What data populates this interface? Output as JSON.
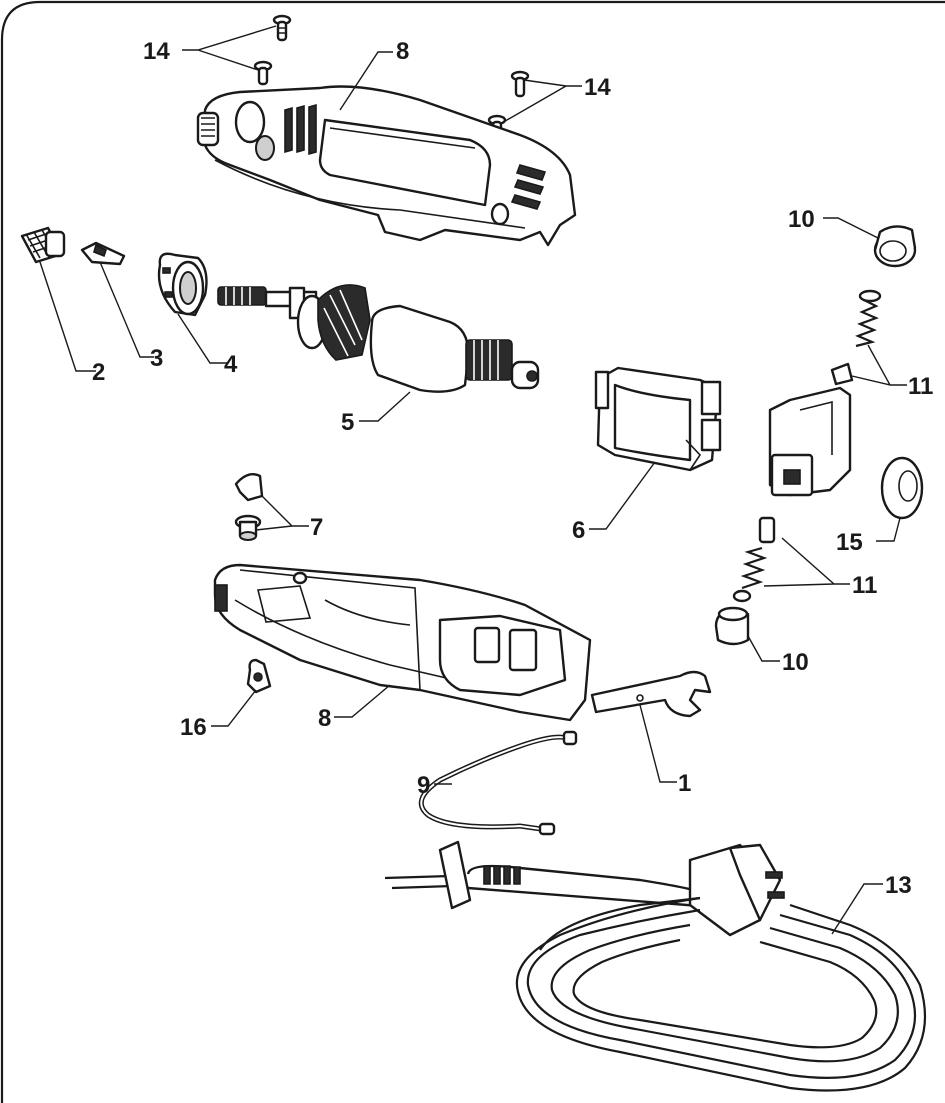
{
  "labels": {
    "l14a": "14",
    "l8top": "8",
    "l14b": "14",
    "l10top": "10",
    "l2": "2",
    "l3": "3",
    "l4": "4",
    "l5": "5",
    "l11top": "11",
    "l6": "6",
    "l7": "7",
    "l15": "15",
    "l11bot": "11",
    "l10bot": "10",
    "l16": "16",
    "l8bot": "8",
    "l1": "1",
    "l9": "9",
    "l13": "13"
  }
}
